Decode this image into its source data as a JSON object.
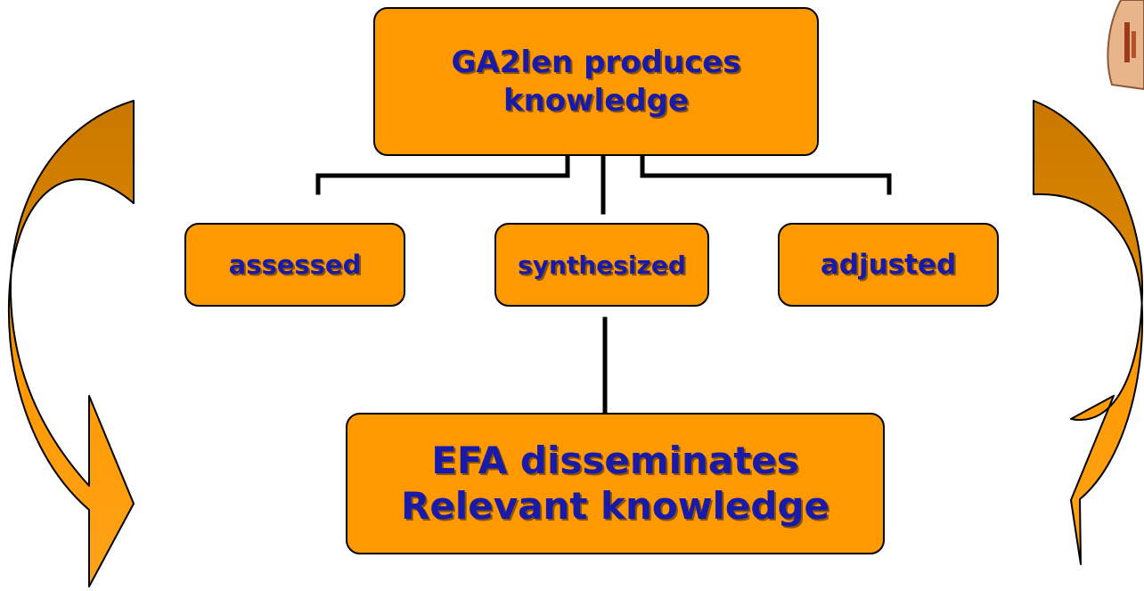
{
  "diagram": {
    "top_node": {
      "line1": "GA2len produces",
      "line2": "knowledge"
    },
    "branches": [
      {
        "label": "assessed"
      },
      {
        "label": "synthesized"
      },
      {
        "label": "adjusted"
      }
    ],
    "bottom_node": {
      "line1": "EFA disseminates",
      "line2": "Relevant knowledge"
    }
  },
  "colors": {
    "box_fill": "#FF9900",
    "text": "#1a1aa8",
    "arrow_light": "#FF9900",
    "arrow_dark": "#C97700",
    "outline": "#000000"
  },
  "icons": {
    "corner": "book-icon"
  }
}
